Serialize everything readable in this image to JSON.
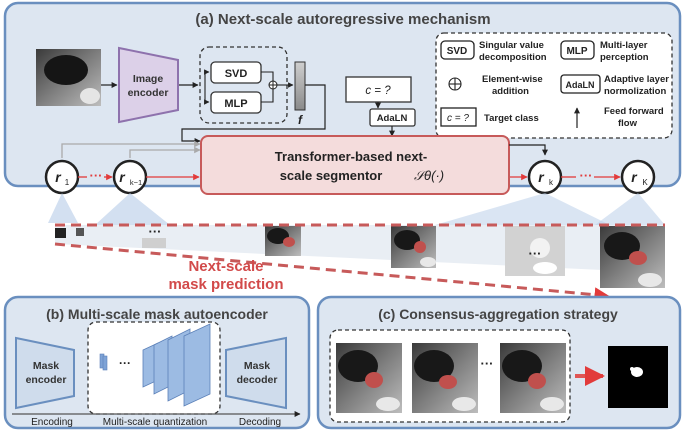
{
  "panel_a": {
    "title": "(a) Next-scale autoregressive mechanism",
    "image_encoder": [
      "Image",
      "encoder"
    ],
    "svd": "SVD",
    "mlp": "MLP",
    "feature_symbol": "f",
    "class_box": "c = ?",
    "adaln": "AdaLN",
    "transformer": [
      "Transformer-based next-",
      "scale segmentor"
    ],
    "segmentor_symbol": "𝒮θ(·)",
    "nodes": {
      "r1": "r",
      "r1_sub": "1",
      "rk1": "r",
      "rk1_sub": "k−1",
      "rk": "r",
      "rk_sub": "k",
      "rK": "r",
      "rK_sub": "K"
    },
    "dots": "···",
    "legend": {
      "svd_key": "SVD",
      "svd_desc": [
        "Singular value",
        "decomposition"
      ],
      "mlp_key": "MLP",
      "mlp_desc": [
        "Multi-layer",
        "perception"
      ],
      "add_desc": [
        "Element-wise",
        "addition"
      ],
      "adaln_key": "AdaLN",
      "adaln_desc": [
        "Adaptive layer",
        "normolization"
      ],
      "class_key": "c = ?",
      "class_desc": "Target class",
      "flow_desc": [
        "Feed forward",
        "flow"
      ]
    }
  },
  "mask_strip": {
    "label": [
      "Next-scale",
      "mask prediction"
    ],
    "dots_1": "···",
    "dots_2": "···"
  },
  "panel_b": {
    "title": "(b) Multi-scale mask autoencoder",
    "encoder": [
      "Mask",
      "encoder"
    ],
    "decoder": [
      "Mask",
      "decoder"
    ],
    "dots": "···",
    "encoding": "Encoding",
    "quantization": "Multi-scale quantization",
    "decoding": "Decoding"
  },
  "panel_c": {
    "title": "(c) Consensus-aggregation strategy",
    "dots": "···"
  },
  "colors": {
    "panel_fill": "#dde6f1",
    "panel_border": "#6a8fbf",
    "transformer_fill": "#f4dcdc",
    "transformer_border": "#c75a5a",
    "encoder_fill": "#dcd0e8",
    "encoder_border": "#8e72ad",
    "mask_accent": "#c0504d",
    "red_arrow": "#e23b3b"
  }
}
